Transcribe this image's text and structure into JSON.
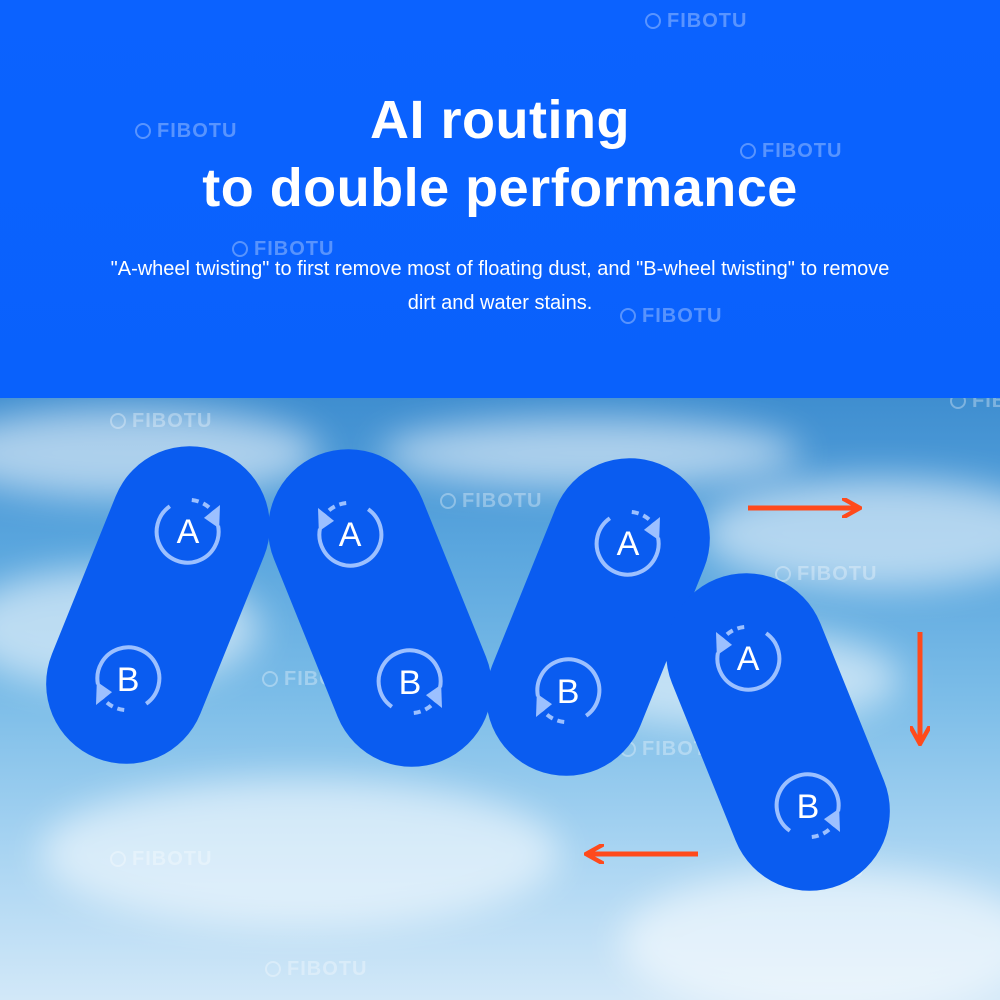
{
  "banner": {
    "title_line1": "AI routing",
    "title_line2": "to double performance",
    "subtitle": "\"A-wheel twisting\" to first remove most of floating dust, and  \"B-wheel twisting\" to remove dirt and water stains."
  },
  "watermark": {
    "text": "FIBOTU"
  },
  "wheels": {
    "a_label": "A",
    "b_label": "B"
  },
  "colors": {
    "banner_blue": "#0b62ff",
    "pad_blue": "#0a5cf0",
    "arrow_orange": "#ff4a1c"
  }
}
